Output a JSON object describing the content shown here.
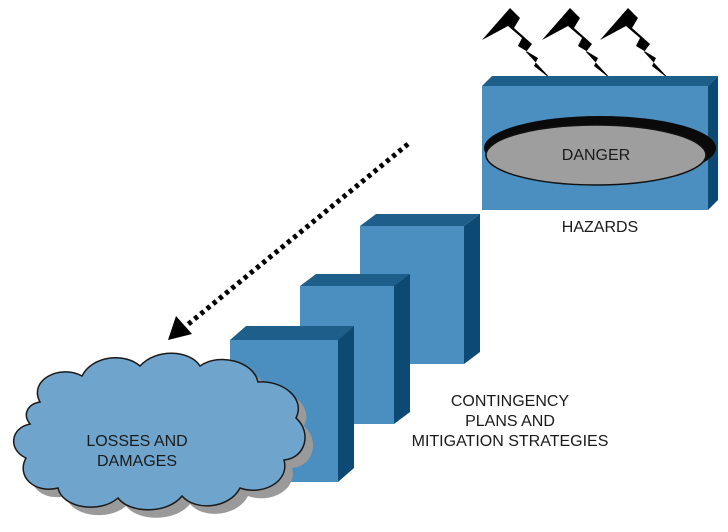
{
  "hazard_box": {
    "danger_text": "DANGER",
    "label": "HAZARDS"
  },
  "barriers": {
    "label_lines": [
      "CONTINGENCY",
      "PLANS AND",
      "MITIGATION STRATEGIES"
    ]
  },
  "losses": {
    "label_lines": [
      "LOSSES AND",
      "DAMAGES"
    ]
  },
  "icons": {
    "lightning": "lightning-bolt-icon",
    "arrow": "dotted-arrow"
  },
  "colors": {
    "box_front": "#4a8fbf",
    "box_top": "#1d5f8a",
    "box_side": "#0d4a73",
    "oval_fill": "#9e9e9e",
    "oval_shadow": "#0a0a0a",
    "cloud_fill": "#6fa5cc",
    "cloud_shadow": "#9a9a9a",
    "arrow": "#000000"
  }
}
